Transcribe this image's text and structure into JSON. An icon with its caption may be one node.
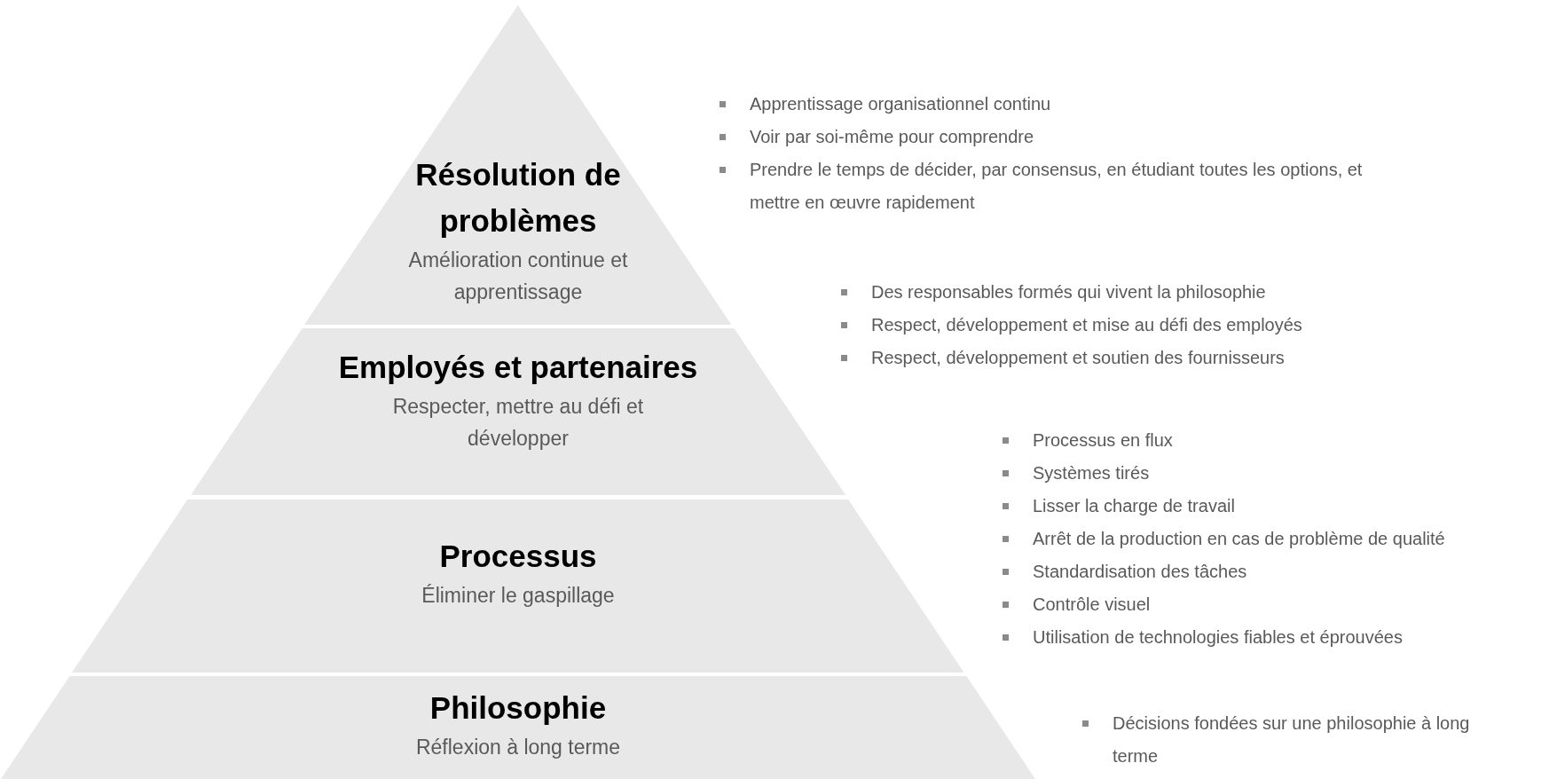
{
  "diagram": {
    "nodes": [
      {
        "text": [
          "Résolution de problèmes",
          "Amélioration continue et apprentissage"
        ]
      },
      {
        "text": [
          "Employés et partenaires",
          "Respecter, mettre au défi et développer"
        ]
      },
      {
        "text": [
          "Processus",
          "Éliminer le gaspillage"
        ]
      },
      {
        "text": [
          "Philosophie",
          "Réflexion à long terme"
        ]
      }
    ],
    "labels": [
      "Apprentissage organisationnel continu",
      "Voir par soi-même pour comprendre",
      "Prendre le temps de décider, par consensus, en étudiant toutes les options, et mettre en œuvre rapidement",
      "Des responsables formés qui vivent la philosophie",
      "Respect, développement et mise au défi des employés",
      "Respect, développement et soutien des fournisseurs",
      "Processus en flux",
      "Systèmes tirés",
      "Lisser la charge de travail",
      "Arrêt de la production en cas de problème de qualité",
      "Standardisation des tâches",
      "Contrôle visuel",
      "Utilisation de technologies fiables et éprouvées",
      "Décisions fondées sur une philosophie à long terme"
    ]
  }
}
